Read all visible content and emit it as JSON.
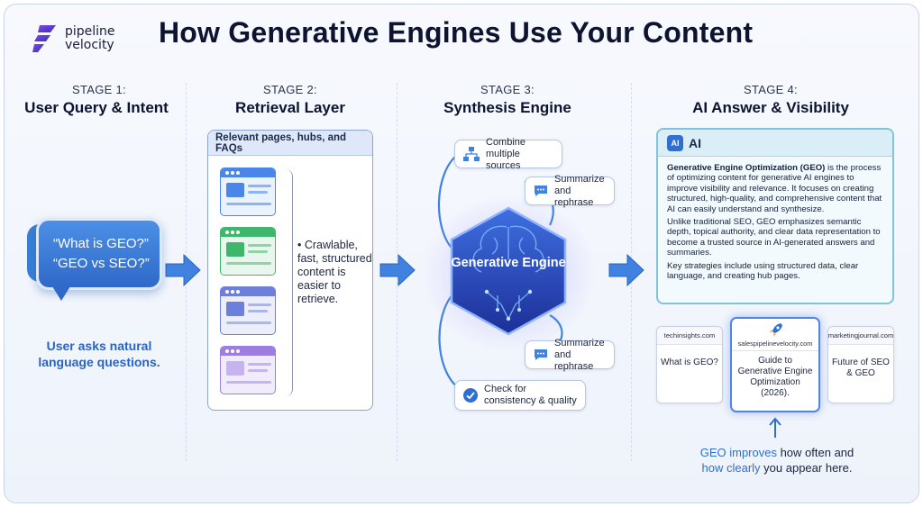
{
  "logo": {
    "line1": "pipeline",
    "line2": "velocity",
    "brand_color": "#5b3fd6"
  },
  "title": "How Generative Engines Use Your Content",
  "stages": [
    {
      "label": "STAGE 1:",
      "title": "User Query & Intent"
    },
    {
      "label": "STAGE 2:",
      "title": "Retrieval Layer"
    },
    {
      "label": "STAGE 3:",
      "title": "Synthesis Engine"
    },
    {
      "label": "STAGE 4:",
      "title": "AI Answer & Visibility"
    }
  ],
  "stage1": {
    "query1": "“What is GEO?”",
    "query2": "“GEO vs SEO?”",
    "caption": "User asks natural language questions."
  },
  "stage2": {
    "header": "Relevant pages, hubs, and FAQs",
    "bullet": "• Crawlable, fast, structured content is easier to retrieve.",
    "card_colors": [
      "#4a86e8",
      "#3fb66b",
      "#6d7fd8",
      "#9b7ee0"
    ]
  },
  "stage3": {
    "engine": "Generative Engine",
    "combine": "Combine multiple sources",
    "summarize_top": "Summarize and rephrase",
    "summarize_bottom": "Summarize and rephrase",
    "check": "Check for consistency & quality"
  },
  "stage4": {
    "ai_label": "AI",
    "ai_badge": "AI",
    "para1_bold": "Generative Engine Optimization (GEO)",
    "para1_rest": " is the process of optimizing content for generative AI engines to improve visibility and relevance. It focuses on creating structured, high-quality, and comprehensive content that AI can easily understand and synthesize.",
    "para2": "Unlike traditional SEO, GEO emphasizes semantic depth, topical authority, and clear data representation to become a trusted source in AI-generated answers and summaries.",
    "para3": "Key strategies include using structured data, clear language, and creating hub pages.",
    "sources": [
      {
        "domain": "techinsights.com",
        "title": "What is GEO?"
      },
      {
        "domain": "salespipelinevelocity.com",
        "title": "Guide to Generative Engine Optimization (2026)."
      },
      {
        "domain": "marketingjournal.com",
        "title": "Future of SEO & GEO"
      }
    ],
    "caption_hl1": "GEO improves",
    "caption_1": " how often and",
    "caption_hl2": "how clearly",
    "caption_2": " you appear here."
  },
  "colors": {
    "accent": "#2f6fd1",
    "arrow": "#3f82df",
    "engine": "#1f3fa6"
  }
}
